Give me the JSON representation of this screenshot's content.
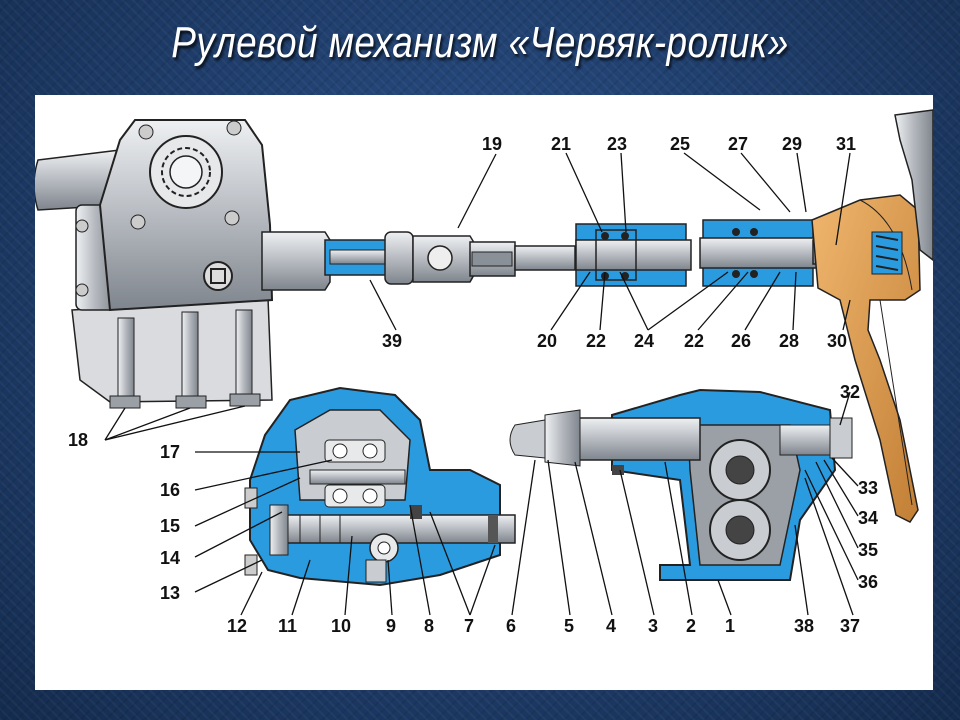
{
  "slide": {
    "title": "Рулевой механизм «Червяк-ролик»"
  },
  "colors": {
    "background": "#1d3a66",
    "section_blue": "#2b9be0",
    "metal_gray": "#c9ccd0",
    "steering_wheel": "#d89a55"
  },
  "callouts": {
    "n1": "1",
    "n2": "2",
    "n3": "3",
    "n4": "4",
    "n5": "5",
    "n6": "6",
    "n7": "7",
    "n8": "8",
    "n9": "9",
    "n10": "10",
    "n11": "11",
    "n12": "12",
    "n13": "13",
    "n14": "14",
    "n15": "15",
    "n16": "16",
    "n17": "17",
    "n18": "18",
    "n19": "19",
    "n20": "20",
    "n21": "21",
    "n22a": "22",
    "n22b": "22",
    "n23": "23",
    "n24": "24",
    "n25": "25",
    "n26": "26",
    "n27": "27",
    "n28": "28",
    "n29": "29",
    "n30": "30",
    "n31": "31",
    "n32": "32",
    "n33": "33",
    "n34": "34",
    "n35": "35",
    "n36": "36",
    "n37": "37",
    "n38": "38",
    "n39": "39"
  }
}
